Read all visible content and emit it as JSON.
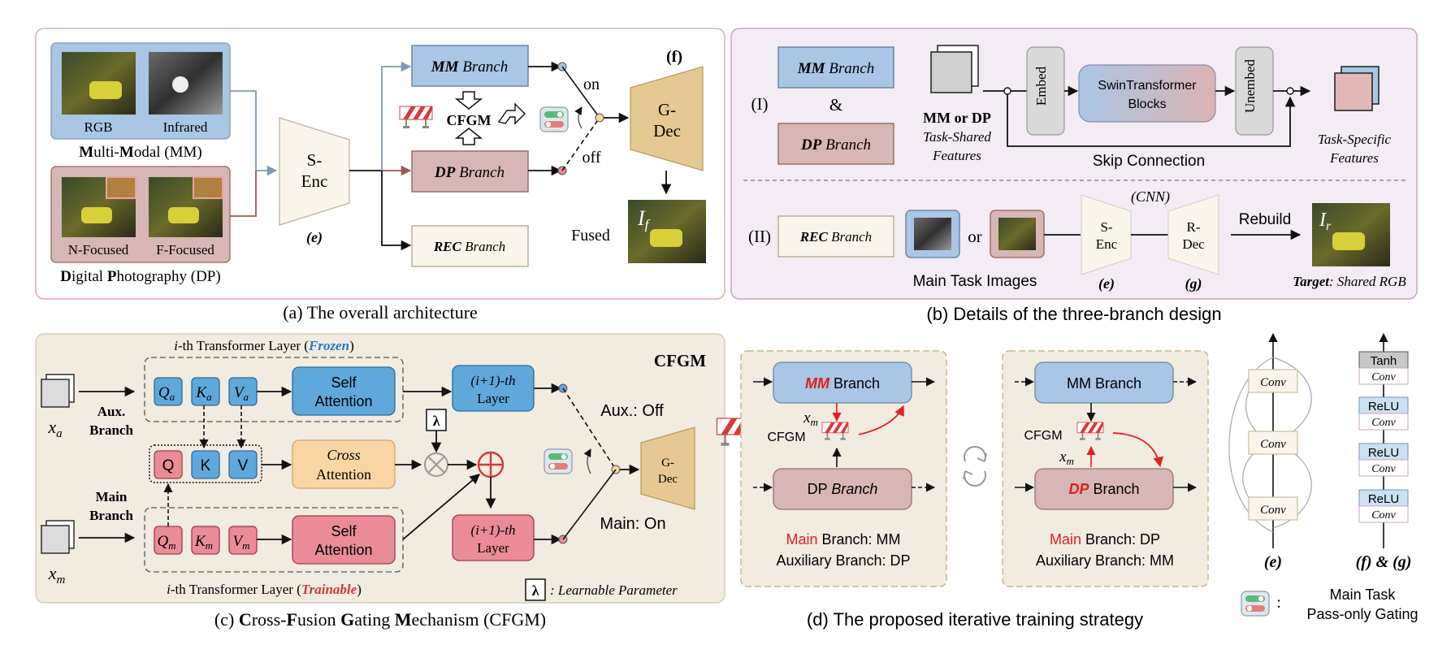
{
  "panel_a": {
    "caption": "(a) The overall architecture",
    "mm_images": {
      "rgb": "RGB",
      "infrared": "Infrared"
    },
    "mm_title_pre": "M",
    "mm_title_mid": "ulti-",
    "mm_title_m2": "M",
    "mm_title_end": "odal (MM)",
    "dp_images": {
      "nf": "N-Focused",
      "ff": "F-Focused"
    },
    "dp_title_d": "D",
    "dp_title_mid": "igital ",
    "dp_title_p": "P",
    "dp_title_end": "hotography (DP)",
    "senc": [
      "S-",
      "Enc"
    ],
    "senc_tag": "(e)",
    "mm_branch": {
      "bold": "MM",
      "rest": " Branch"
    },
    "dp_branch": {
      "bold": "DP",
      "rest": " Branch"
    },
    "rec_branch": {
      "bold": "REC",
      "rest": " Branch"
    },
    "cfgm": "CFGM",
    "on": "on",
    "off": "off",
    "gdec": [
      "G-",
      "Dec"
    ],
    "gdec_tag": "(f)",
    "fused": "Fused",
    "fused_sym": "I",
    "fused_sub": "f"
  },
  "panel_b": {
    "caption": "(b) Details of the three-branch design",
    "row1_label": "(I)",
    "row2_label": "(II)",
    "mm_branch": {
      "bold": "MM",
      "rest": " Branch"
    },
    "amp": "&",
    "dp_branch": {
      "bold": "DP",
      "rest": " Branch"
    },
    "shared_title": "MM or DP",
    "shared_sub": [
      "Task-Shared",
      "Features"
    ],
    "embed": "Embed",
    "swin": [
      "SwinTransformer",
      "Blocks"
    ],
    "unembed": "Unembed",
    "skip": "Skip Connection",
    "specific": [
      "Task-Specific",
      "Features"
    ],
    "rec_branch": {
      "bold": "REC",
      "rest": " Branch"
    },
    "or": "or",
    "main_images": "Main Task Images",
    "cnn": "(CNN)",
    "senc": [
      "S-",
      "Enc"
    ],
    "senc_tag": "(e)",
    "rdec": [
      "R-",
      "Dec"
    ],
    "rdec_tag": "(g)",
    "rebuild": "Rebuild",
    "ir_sym": "I",
    "ir_sub": "r",
    "target_bold": "Target",
    "target_rest": ": Shared RGB"
  },
  "panel_c": {
    "caption_parts": [
      "(c) ",
      "C",
      "ross-",
      "F",
      "usion ",
      "G",
      "ating ",
      "M",
      "echanism (CFGM)"
    ],
    "frozen_pre": "i",
    "frozen_mid": "-th Transformer Layer (",
    "frozen_word": "Frozen",
    "frozen_end": ")",
    "trainable_pre": "i",
    "trainable_mid": "-th Transformer Layer (",
    "trainable_word": "Trainable",
    "trainable_end": ")",
    "xa": "x",
    "xa_sub": "a",
    "xm": "x",
    "xm_sub": "m",
    "aux_branch": [
      "Aux.",
      "Branch"
    ],
    "main_branch": [
      "Main",
      "Branch"
    ],
    "qa": "Q",
    "ka": "K",
    "va": "V",
    "sub_a": "a",
    "qm": "Q",
    "km": "K",
    "vm": "V",
    "sub_m": "m",
    "q": "Q",
    "k": "K",
    "v": "V",
    "self_attention": [
      "Self",
      "Attention"
    ],
    "cross_attention": [
      "Cross",
      "Attention"
    ],
    "next_layer": [
      "(i+1)-th",
      "Layer"
    ],
    "lambda": "λ",
    "cfgm": "CFGM",
    "aux_off": "Aux.: Off",
    "main_on": "Main: On",
    "gdec": [
      "G-",
      "Dec"
    ],
    "learnable": ": Learnable Parameter"
  },
  "panel_d": {
    "caption": "(d) The proposed iterative training strategy",
    "left": {
      "mm_branch": {
        "bold": "MM",
        "rest": " Branch"
      },
      "dp_branch": {
        "plain": "DP ",
        "ital": "Branch"
      },
      "cfgm": "CFGM",
      "xm": "x",
      "xm_sub": "m",
      "main": "Main",
      "main_rest": " Branch: MM",
      "aux": "Auxiliary Branch: DP"
    },
    "right": {
      "mm_branch": "MM Branch",
      "dp_branch": {
        "bold": "DP",
        "rest": " Branch"
      },
      "cfgm": "CFGM",
      "xm": "x",
      "xm_sub": "m",
      "main": "Main",
      "main_rest": " Branch: DP",
      "aux": "Auxiliary Branch: MM"
    }
  },
  "panel_e": {
    "conv": "Conv",
    "tag": "(e)"
  },
  "panel_fg": {
    "tanh": "Tanh",
    "relu": "ReLU",
    "conv": "Conv",
    "tag": "(f) & (g)"
  },
  "gating_legend": {
    "colon": ":",
    "lines": [
      "Main Task",
      "Pass-only Gating"
    ]
  },
  "colors": {
    "blue": "#a9c6e4",
    "red": "#e98c96",
    "brown": "#d7b7b5",
    "cream": "#f9f5ea",
    "tan": "#e6c992"
  }
}
